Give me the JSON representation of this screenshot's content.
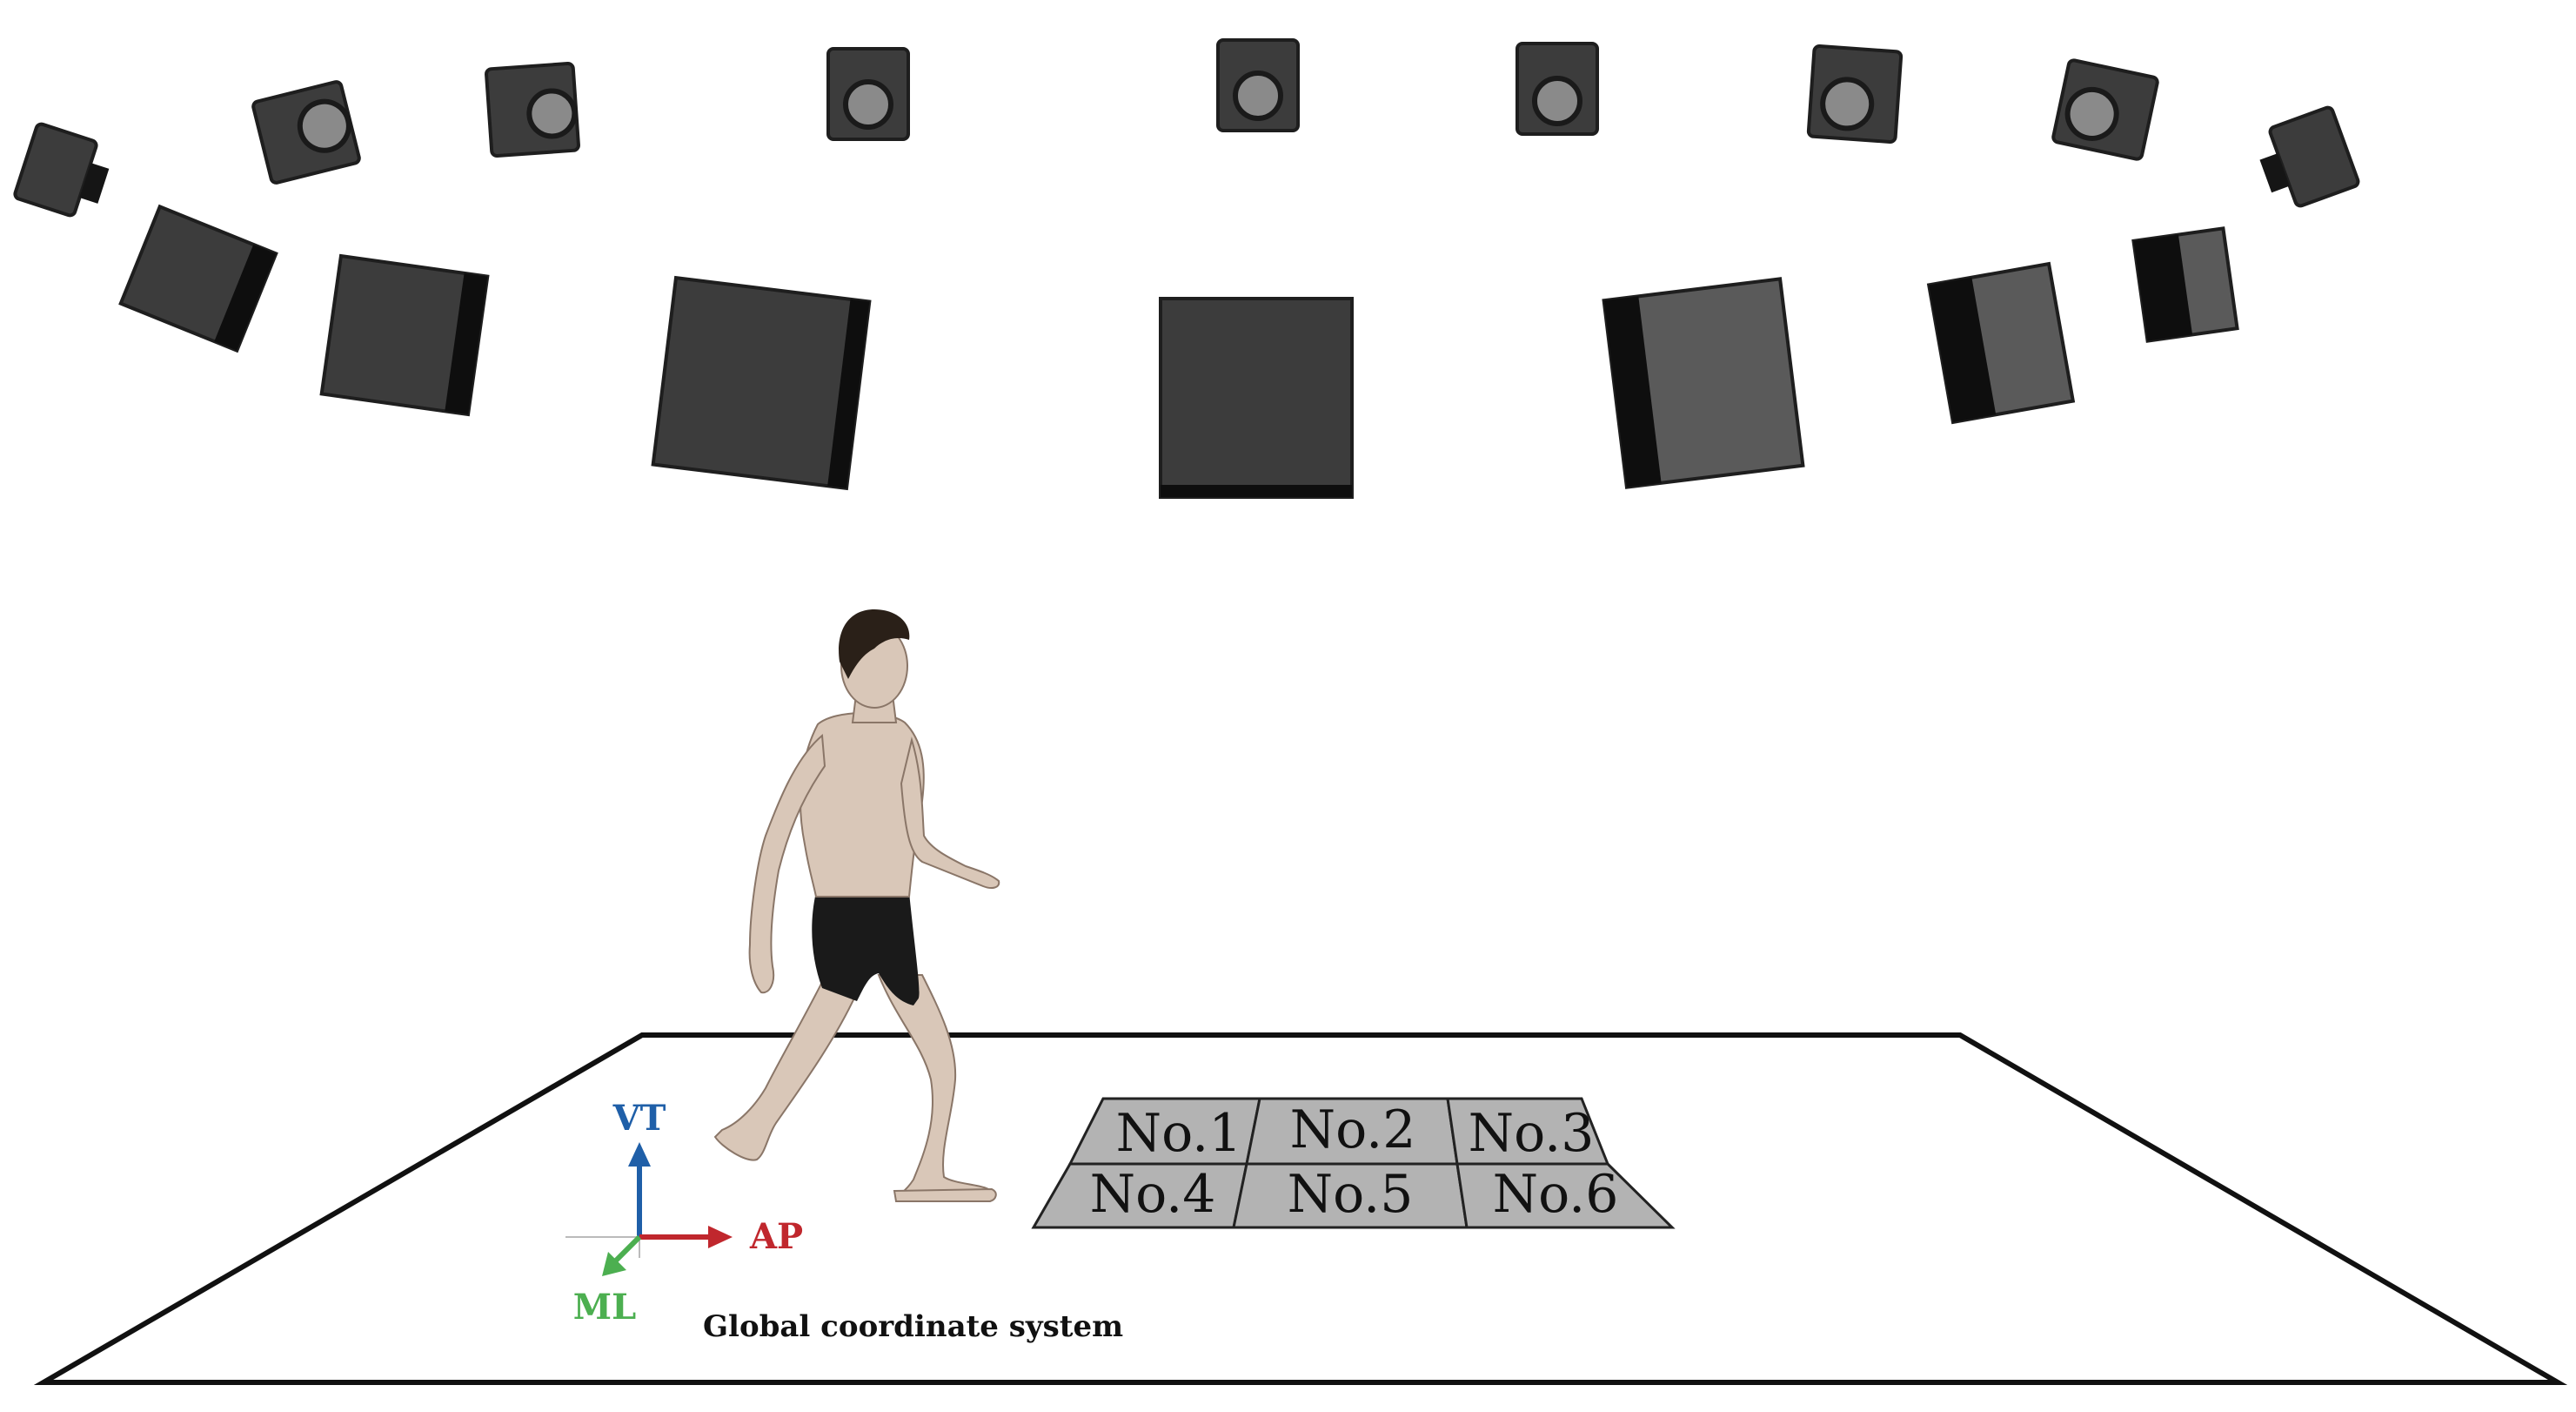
{
  "force_plates": {
    "labels": [
      "No.1",
      "No.2",
      "No.3",
      "No.4",
      "No.5",
      "No.6"
    ],
    "fill_color": "#b3b3b3"
  },
  "coordinate_system": {
    "caption": "Global coordinate system",
    "axes": [
      {
        "label": "VT",
        "color": "#1f5fa8"
      },
      {
        "label": "AP",
        "color": "#c0272d"
      },
      {
        "label": "ML",
        "color": "#4caf50"
      }
    ]
  },
  "cameras": {
    "upper_row_count": 9,
    "lower_row_count": 7,
    "body_color": "#3c3c3c",
    "lens_color": "#8a8a8a"
  },
  "subject": {
    "skin_color": "#d9c7b8",
    "shorts_color": "#1a1a1a",
    "hair_color": "#2a2018"
  }
}
